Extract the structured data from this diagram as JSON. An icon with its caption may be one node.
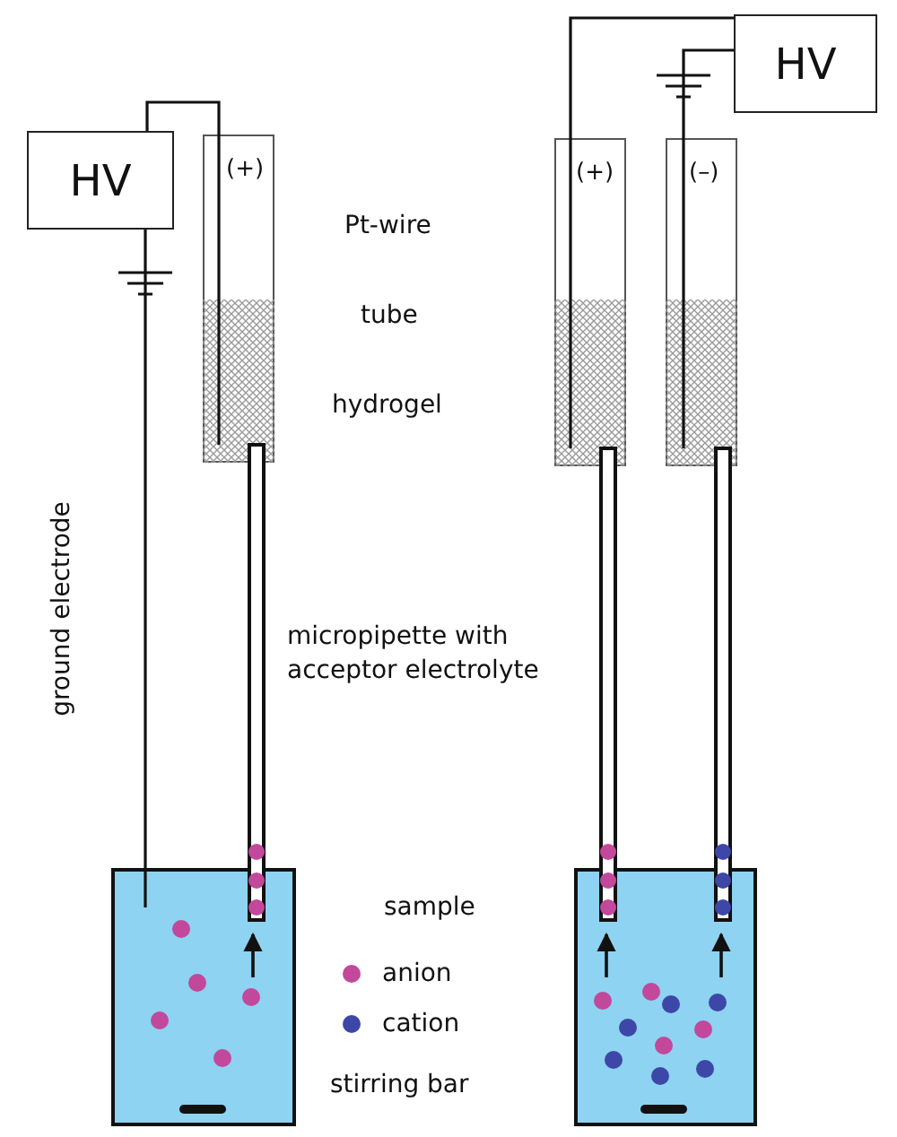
{
  "diagram": {
    "nodes": [
      {
        "text": [
          "HV"
        ]
      },
      {
        "text": [
          "(+)"
        ]
      },
      {
        "text": [],
        "shape": "box"
      },
      {
        "text": [
          "HV"
        ]
      },
      {
        "text": [
          "(+)"
        ]
      },
      {
        "text": [
          "(–)"
        ]
      },
      {
        "text": [],
        "shape": "box"
      }
    ],
    "edges": [
      {
        "from": 0,
        "to": 1,
        "arrow": "none"
      },
      {
        "from": 0,
        "to": 2,
        "arrow": "none"
      },
      {
        "from": 3,
        "to": 4,
        "arrow": "none"
      },
      {
        "from": 3,
        "to": 5,
        "arrow": "none"
      }
    ],
    "labels": [
      "Pt-wire",
      "tube",
      "hydrogel",
      "ground electrode",
      "micropipette with acceptor electrolyte",
      "sample",
      "stirring bar"
    ],
    "legend": [
      {
        "text": "anion",
        "color": "#c2489c"
      },
      {
        "text": "cation",
        "color": "#3d47a8"
      }
    ]
  }
}
